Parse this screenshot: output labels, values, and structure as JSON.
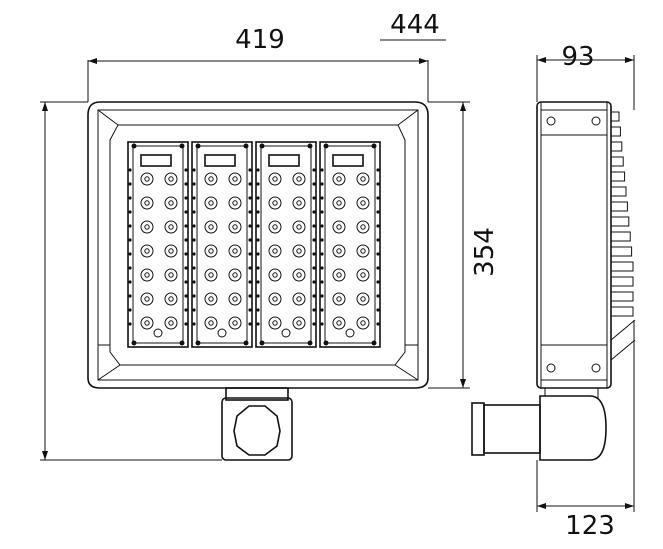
{
  "dimensions": {
    "front_inner_width": "419",
    "front_outer_width": "444",
    "front_height": "354",
    "side_depth_top": "93",
    "side_depth_bottom": "123"
  },
  "drawing": {
    "module_count": 4,
    "led_rows_per_module": 7,
    "led_cols_per_module": 2
  }
}
